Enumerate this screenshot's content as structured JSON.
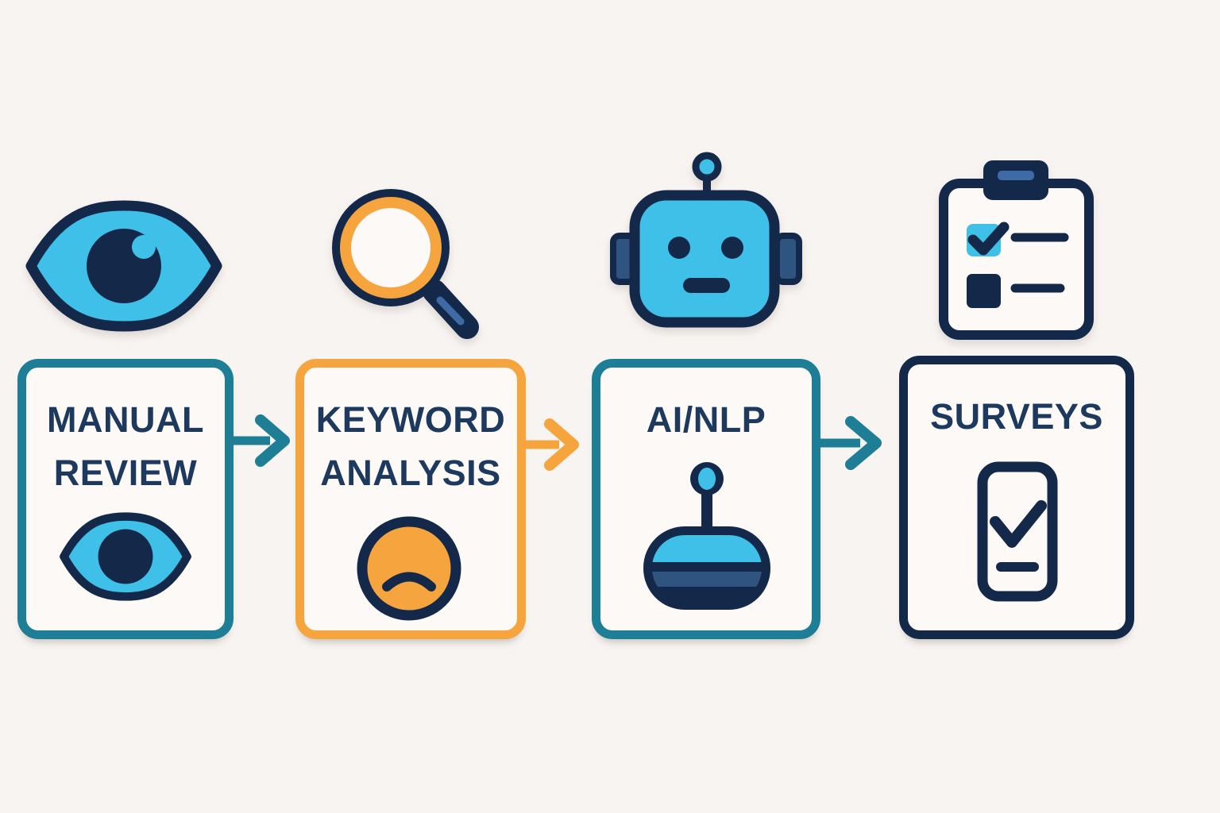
{
  "diagram": {
    "type": "flowchart",
    "colors": {
      "background": "#F8F4F1",
      "box_fill": "#FCF9F6",
      "teal": "#1E7E95",
      "orange": "#F6A53E",
      "navy": "#14294A",
      "cyan": "#3EC0E8",
      "mid_blue": "#2F5480",
      "steel_blue": "#3E6BA5",
      "text": "#1D3A5E"
    },
    "stages": [
      {
        "name": "manual-review",
        "line1": "MANUAL",
        "line2": "REVIEW",
        "label": "MANUAL REVIEW",
        "accent": "#1E7E95",
        "top_icon": "eye",
        "inner_icon": "eye"
      },
      {
        "name": "keyword-analysis",
        "line1": "KEYWORD",
        "line2": "ANALYSIS",
        "label": "KEYWORD ANALYSIS",
        "accent": "#F6A53E",
        "top_icon": "magnifying-glass",
        "inner_icon": "sad-face"
      },
      {
        "name": "ai-nlp",
        "line1": "AI/NLP",
        "line2": "",
        "label": "AI/NLP",
        "accent": "#1E7E95",
        "top_icon": "robot",
        "inner_icon": "joystick"
      },
      {
        "name": "surveys",
        "line1": "SURVEYS",
        "line2": "",
        "label": "SURVEYS",
        "accent": "#14294A",
        "top_icon": "clipboard-checklist",
        "inner_icon": "phone-checkmark"
      }
    ],
    "arrows": [
      {
        "from": "MANUAL REVIEW",
        "to": "KEYWORD ANALYSIS",
        "color": "#1E7E95"
      },
      {
        "from": "KEYWORD ANALYSIS",
        "to": "AI/NLP",
        "color": "#F6A53E"
      },
      {
        "from": "AI/NLP",
        "to": "SURVEYS",
        "color": "#1E7E95"
      }
    ]
  }
}
